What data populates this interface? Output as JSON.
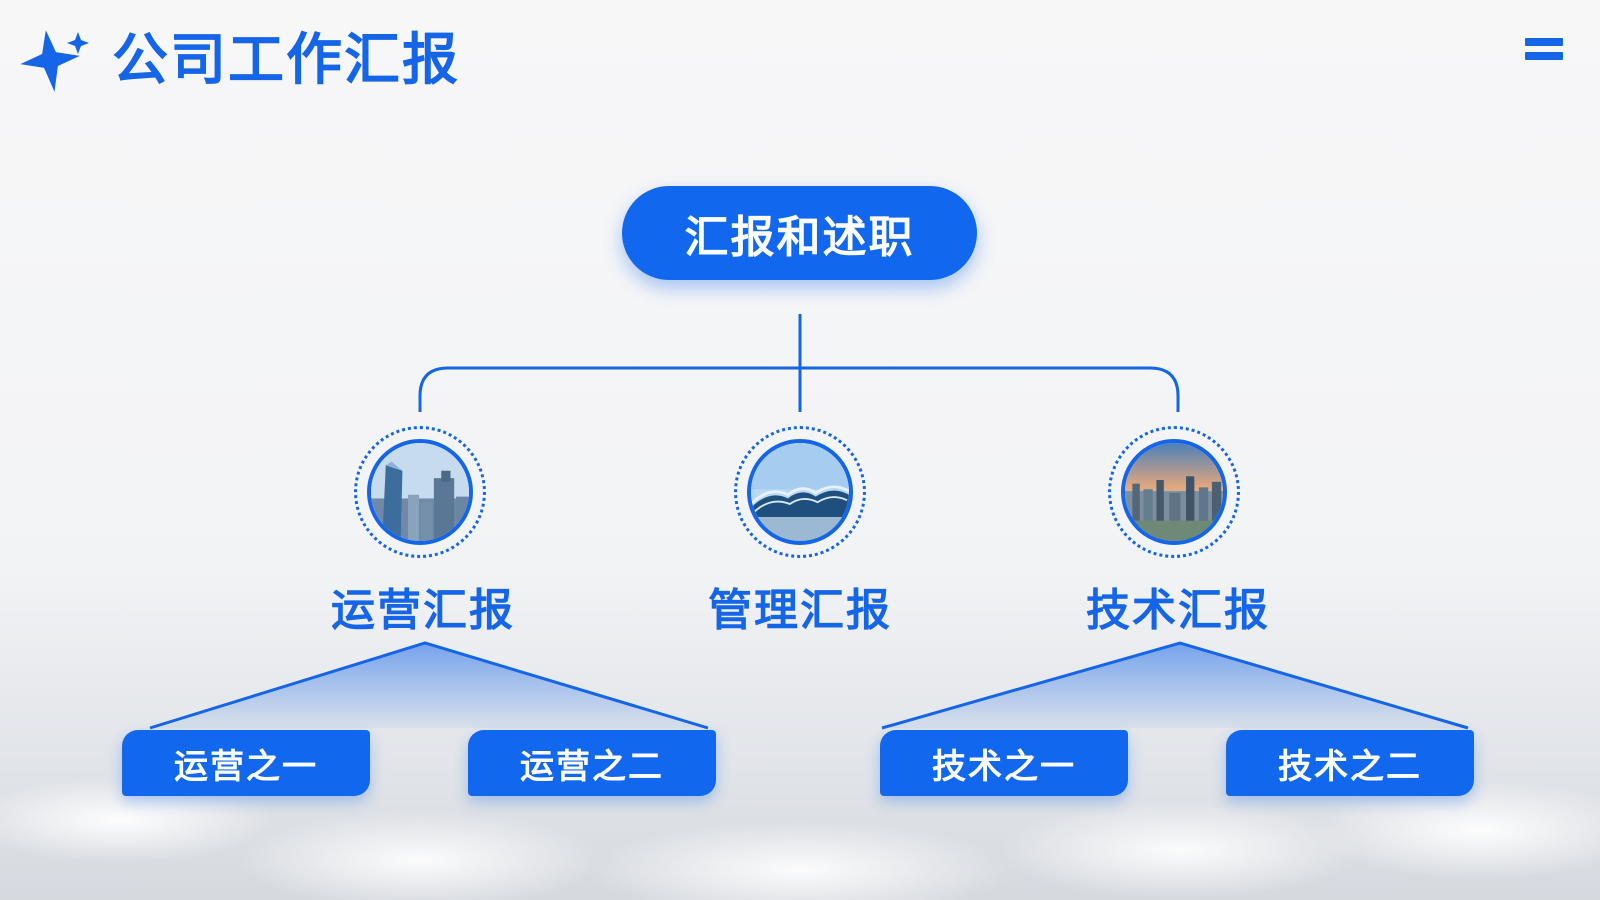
{
  "header": {
    "title": "公司工作汇报",
    "logo_icon": "sparkle-star-icon",
    "menu_icon": "menu-icon"
  },
  "colors": {
    "accent": "#1565e8",
    "node_fill": "#1168ee"
  },
  "org": {
    "root": {
      "label": "汇报和述职"
    },
    "branches": [
      {
        "label": "运营汇报",
        "photo": "skyscraper-towers",
        "children": [
          "运营之一",
          "运营之二"
        ]
      },
      {
        "label": "管理汇报",
        "photo": "wave-roof-building",
        "children": []
      },
      {
        "label": "技术汇报",
        "photo": "city-skyline-sunset",
        "children": [
          "技术之一",
          "技术之二"
        ]
      }
    ]
  }
}
